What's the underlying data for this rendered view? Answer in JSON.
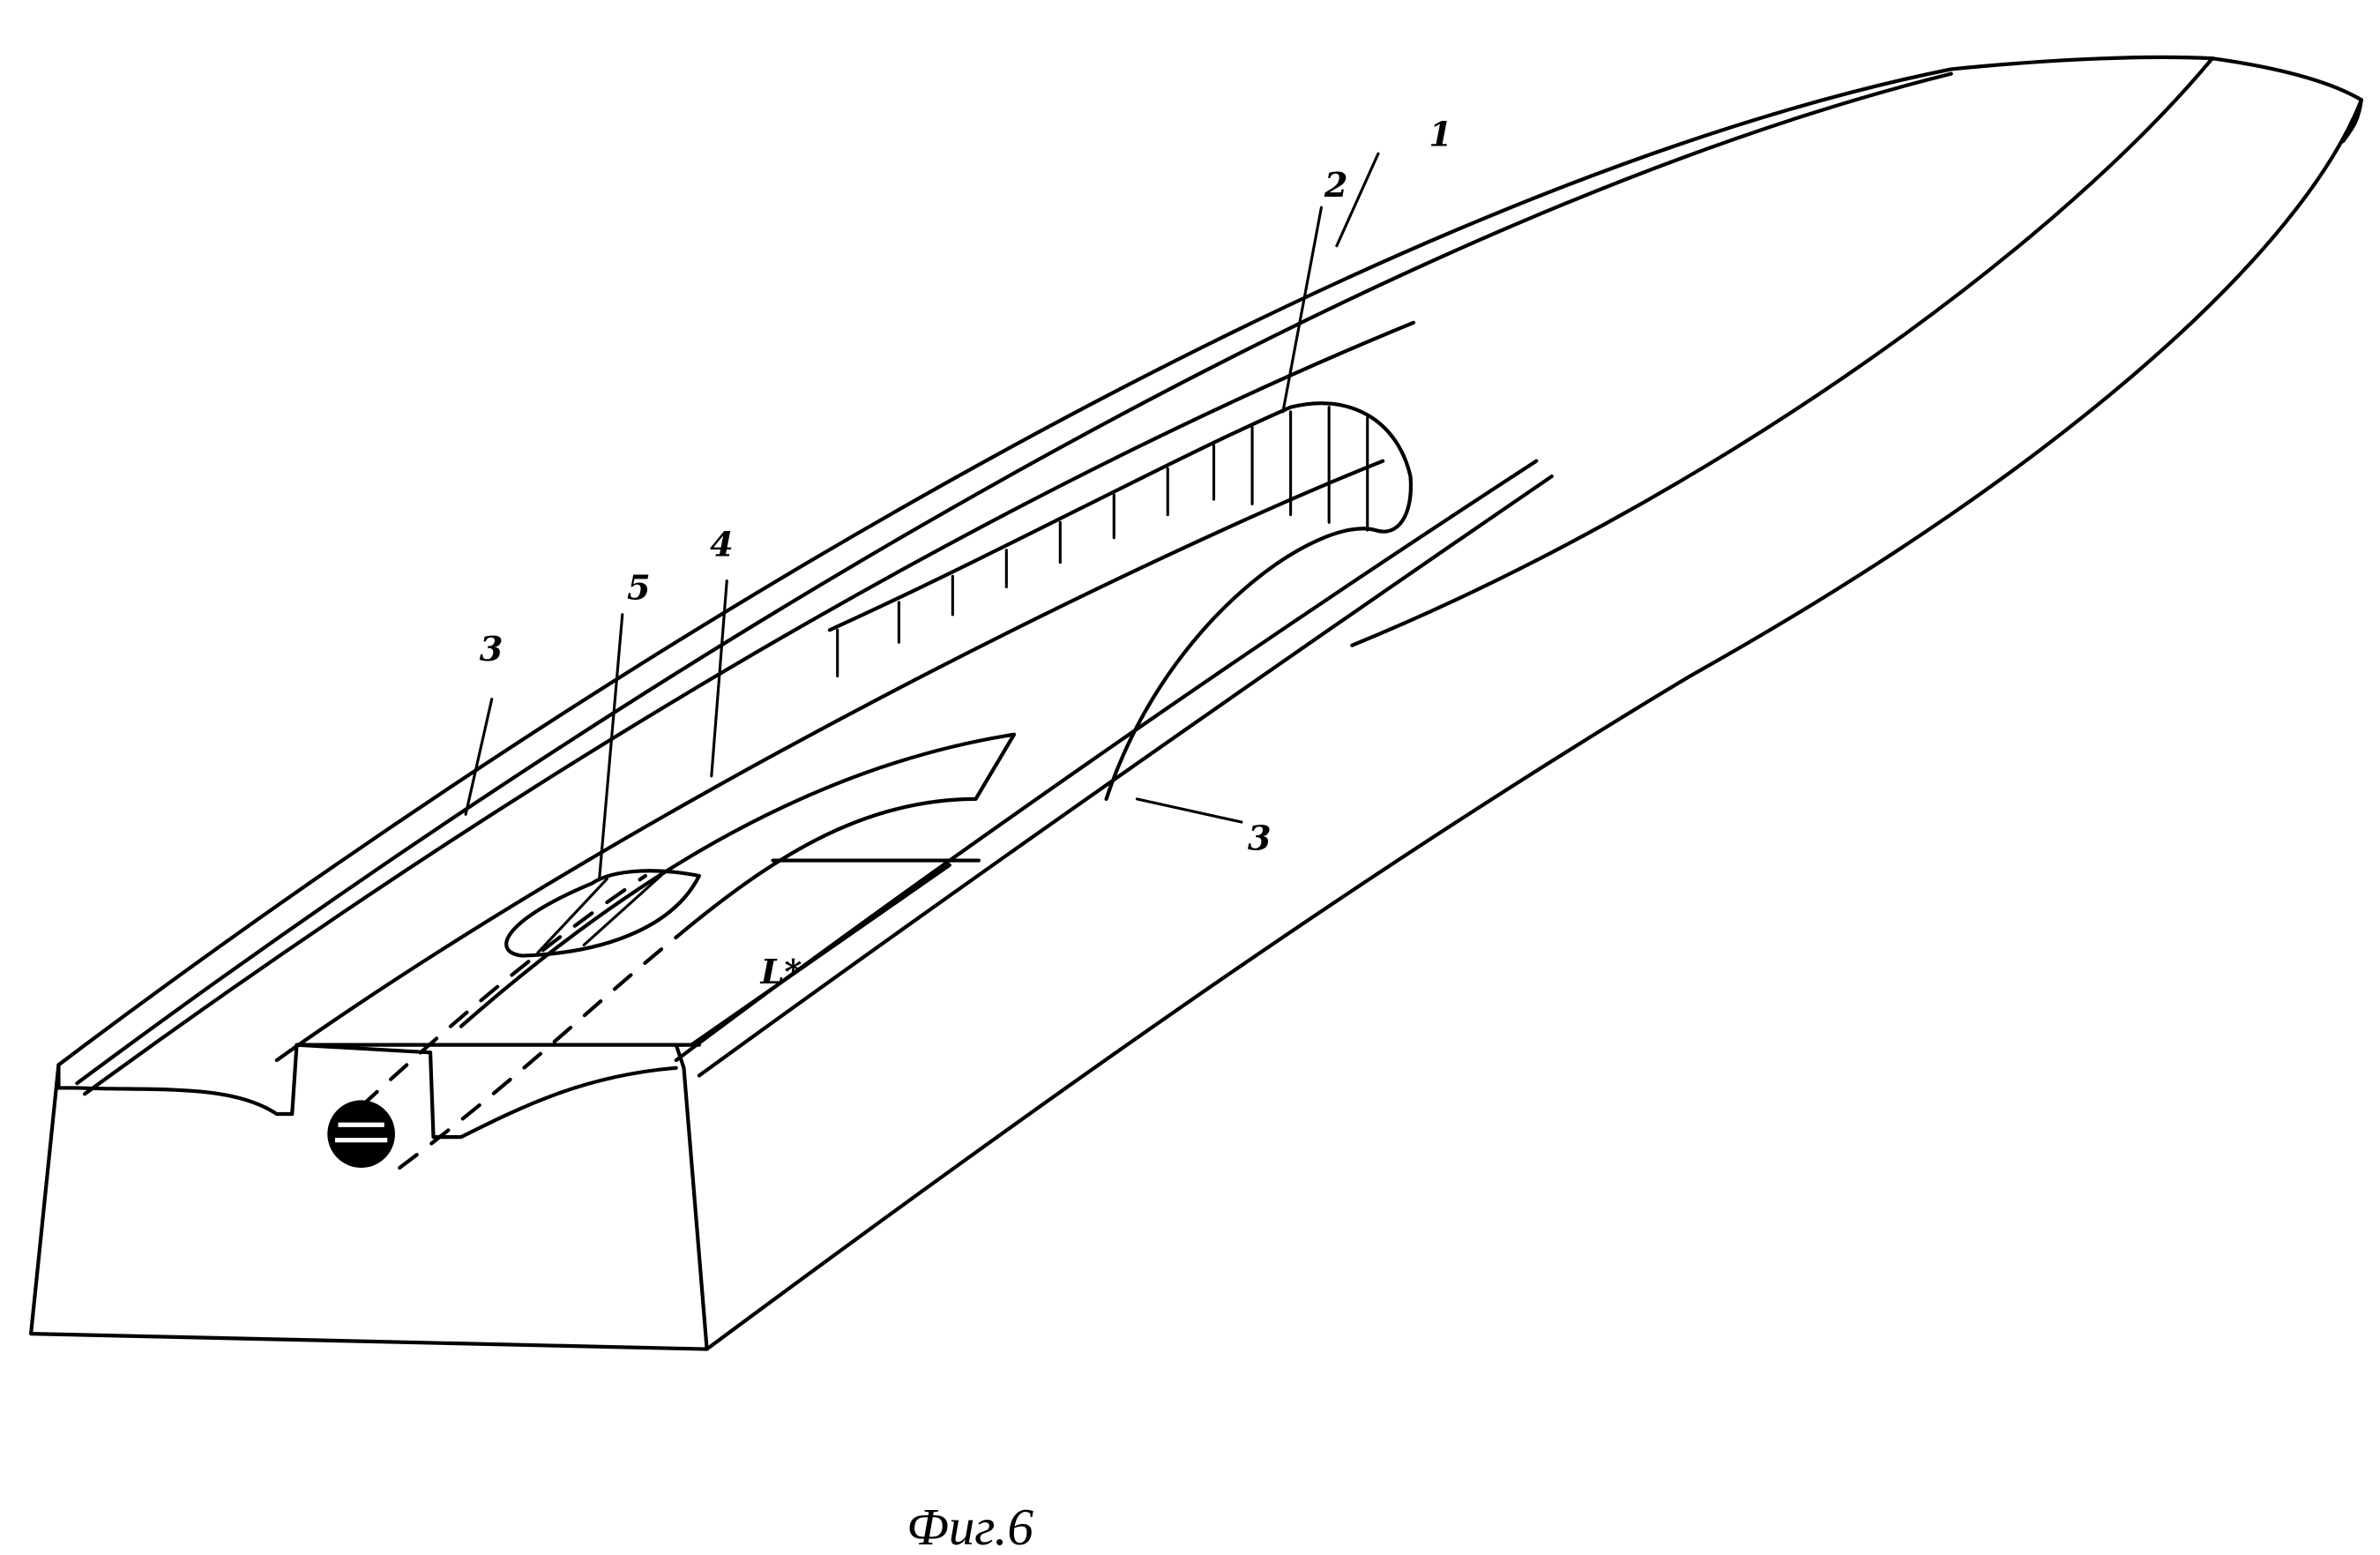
{
  "figure": {
    "caption": "Фиг.6",
    "labels": {
      "part1": "1",
      "part2": "2",
      "part3_left": "3",
      "part3_right": "3",
      "part4": "4",
      "part5": "5",
      "length": "L*"
    }
  }
}
